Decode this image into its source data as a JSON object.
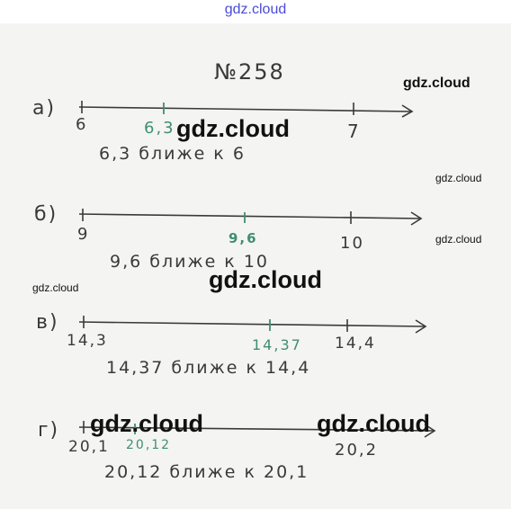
{
  "site_header": "gdz.cloud",
  "task_number": "№258",
  "watermark": "gdz.cloud",
  "parts": [
    {
      "label": "а)",
      "left": "6",
      "point": "6,3",
      "right": "7",
      "answer": "6,3 ближе к 6"
    },
    {
      "label": "б)",
      "left": "9",
      "point": "9,6",
      "right": "10",
      "answer": "9,6 ближе к 10"
    },
    {
      "label": "в)",
      "left": "14,3",
      "point": "14,37",
      "right": "14,4",
      "answer": "14,37 ближе к 14,4"
    },
    {
      "label": "г)",
      "left": "20,1",
      "point": "20,12",
      "right": "20,2",
      "answer": "20,12 ближе к 20,1"
    }
  ],
  "colors": {
    "ink": "#3a3a3a",
    "point_ink": "#3f8f6e",
    "header_link": "#4a4ad8"
  }
}
